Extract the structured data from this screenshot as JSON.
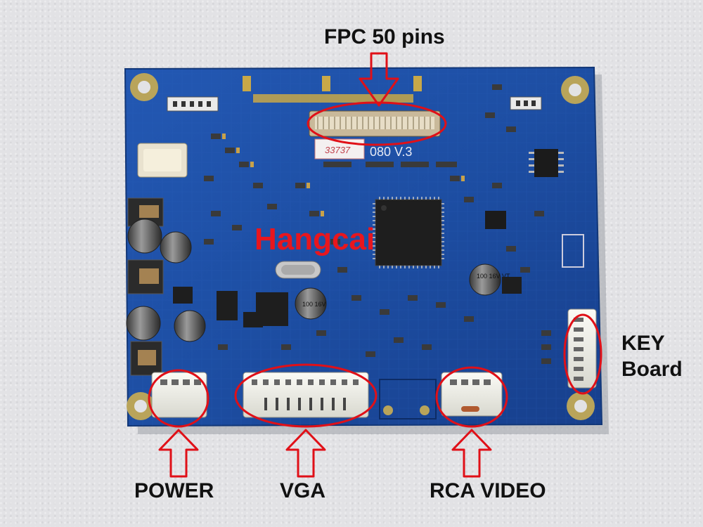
{
  "annotations": {
    "fpc": "FPC 50 pins",
    "power": "POWER",
    "vga": "VGA",
    "rca": "RCA VIDEO",
    "key_line1": "KEY",
    "key_line2": "Board"
  },
  "watermark": "Hangcai",
  "silkscreen": {
    "version": "080 V.3"
  },
  "capacitor_marks": [
    "100 16V",
    "100 16V VT"
  ],
  "colors": {
    "board": "#1e4fa6",
    "annotation_red": "#e01018",
    "background": "#e2e2e5"
  }
}
